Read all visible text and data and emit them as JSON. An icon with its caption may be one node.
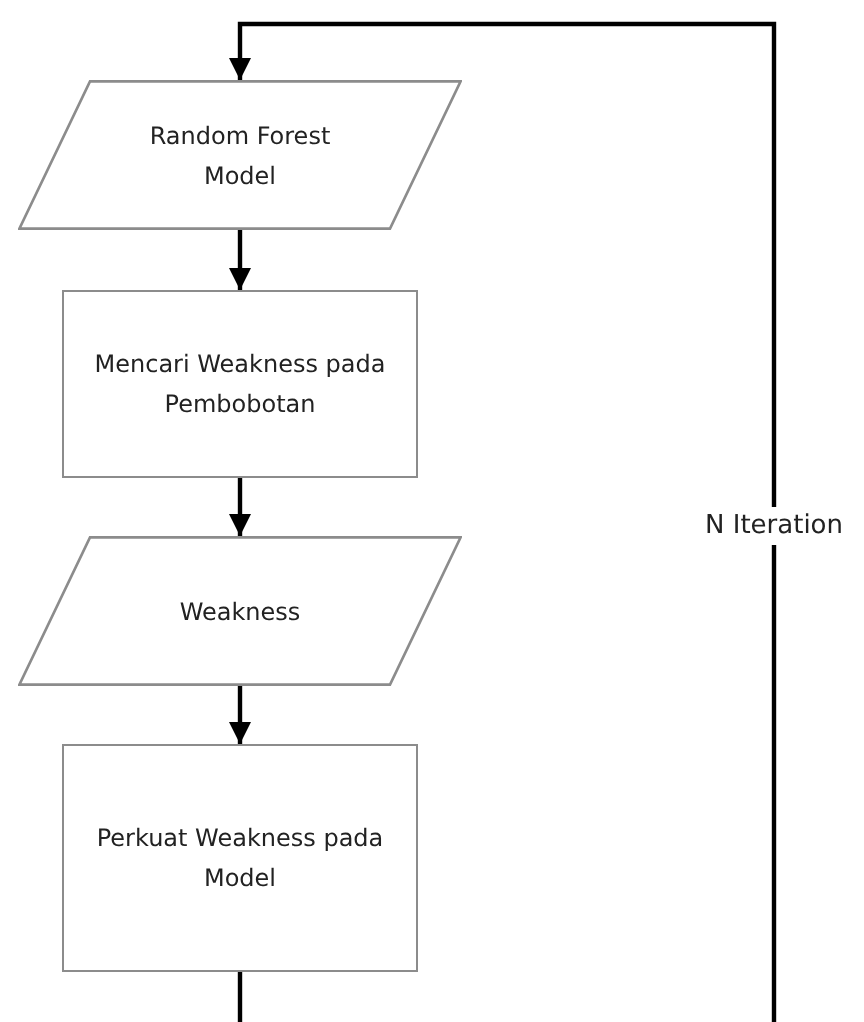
{
  "diagram": {
    "nodes": [
      {
        "text": [
          "Random Forest Model"
        ]
      },
      {
        "text": [
          "Mencari Weakness pada Pembobotan"
        ]
      },
      {
        "text": [
          "Weakness"
        ]
      },
      {
        "text": [
          "Perkuat Weakness pada Model"
        ]
      }
    ],
    "edges": [
      {
        "from": 0,
        "to": 1,
        "arrow": "to"
      },
      {
        "from": 1,
        "to": 2,
        "arrow": "to"
      },
      {
        "from": 2,
        "to": 3,
        "arrow": "to"
      },
      {
        "from": 3,
        "to": 0,
        "arrow": "to",
        "label": "N Iteration"
      }
    ]
  }
}
